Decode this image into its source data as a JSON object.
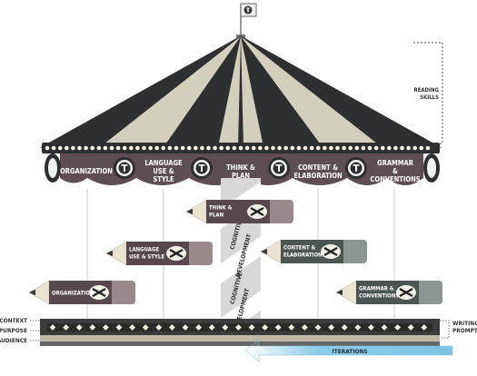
{
  "canopy": {
    "segments": [
      "Organization",
      "Language\nUse &\nStyle",
      "Think &\nPlan",
      "Content &\nElaboration",
      "Grammar\n&\nConventions"
    ]
  },
  "side_label": "READING\nSKILLS",
  "pencils": [
    {
      "label": "Think &\nPlan"
    },
    {
      "label": "Language\nUse & Style"
    },
    {
      "label": "Content &\nElaboration"
    },
    {
      "label": "Organization"
    },
    {
      "label": "Grammar &\nConventions"
    }
  ],
  "pole_labels": [
    "Cognitive",
    "Development",
    "Cognitive",
    "Development"
  ],
  "left_labels": [
    "Context",
    "Purpose",
    "Audience"
  ],
  "right_label": "WRITING\nPROMPT",
  "arrow_label": "Iterations",
  "colors": {
    "canopy_dark": "#2d2f31",
    "canopy_light": "#d3cfbd",
    "scallop": "#5e4d52",
    "pencil_dark_purple": "#58474d",
    "pencil_light_purple": "#9a888d",
    "pencil_dark_gray": "#4c5552",
    "pencil_light_gray": "#8c9592",
    "arrow_blue": "#7ec4e6"
  },
  "icons": [
    "pencil-flag-icon",
    "pencil-emblem-icon",
    "crossed-pencils-icon"
  ]
}
